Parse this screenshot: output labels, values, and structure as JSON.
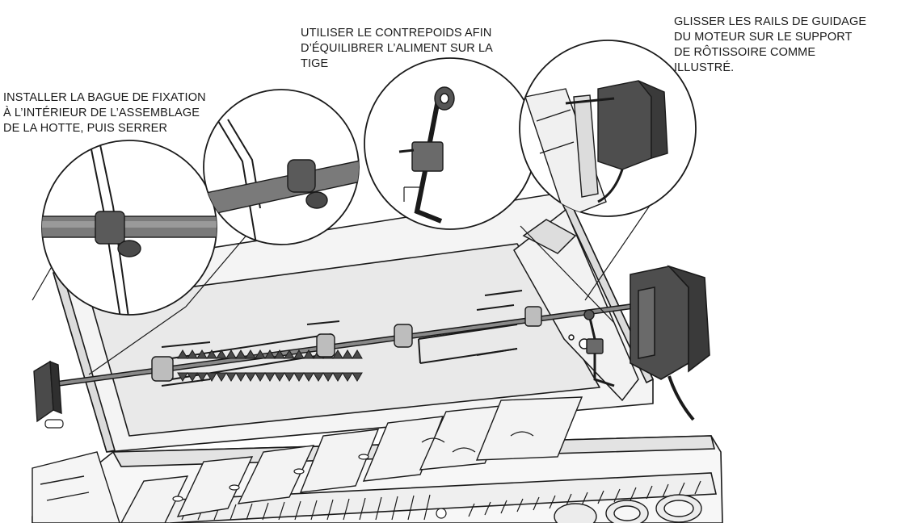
{
  "callouts": {
    "bague": {
      "lines": [
        "INSTALLER LA BAGUE DE FIXATION",
        "À L’INTÉRIEUR DE L’ASSEMBLAGE",
        "DE LA HOTTE, PUIS SERRER"
      ]
    },
    "contrepoids": {
      "lines": [
        "UTILISER LE CONTREPOIDS AFIN",
        "D’ÉQUILIBRER L’ALIMENT SUR LA",
        "TIGE"
      ]
    },
    "rails": {
      "lines": [
        "GLISSER LES RAILS DE GUIDAGE",
        "DU MOTEUR SUR LE SUPPORT",
        "DE RÔTISSOIRE COMME",
        "ILLUSTRÉ."
      ]
    }
  },
  "colors": {
    "line": "#1a1a1a",
    "metal_light": "#f2f2f2",
    "metal_mid": "#d8d8d8",
    "part_dark": "#5a5a5a",
    "part_darker": "#3c3c3c"
  }
}
